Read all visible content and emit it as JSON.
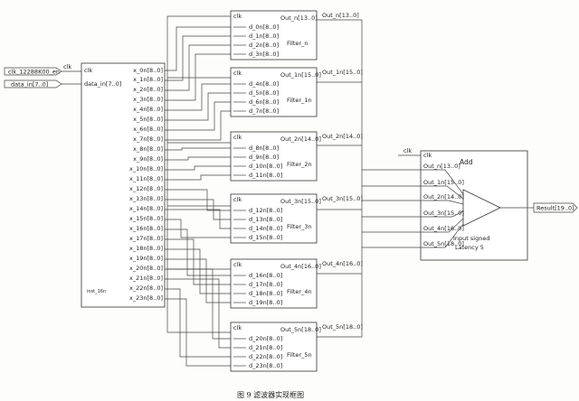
{
  "caption": "图 9   滤波器实现框图",
  "inputs": [
    {
      "id": "clk",
      "label": "clk_12288K00_en",
      "wire_label": "clk"
    },
    {
      "id": "data",
      "label": "data_in[7..0]"
    }
  ],
  "shift_register": {
    "clk_label": "clk",
    "data_label": "data_in[7..0]",
    "outputs": [
      "x_0n[8..0]",
      "x_1n[8..0]",
      "x_2n[8..0]",
      "x_3n[8..0]",
      "x_4n[8..0]",
      "x_5n[8..0]",
      "x_6n[8..0]",
      "x_7n[8..0]",
      "x_8n[8..0]",
      "x_9n[8..0]",
      "x_10n[8..0]",
      "x_11n[8..0]",
      "x_12n[8..0]",
      "x_13n[8..0]",
      "x_14n[8..0]",
      "x_15n[8..0]",
      "x_16n[8..0]",
      "x_17n[8..0]",
      "x_18n[8..0]",
      "x_19n[8..0]",
      "x_20n[8..0]",
      "x_21n[8..0]",
      "x_22n[8..0]",
      "x_23n[8..0]"
    ],
    "inst_label": "inst_16n"
  },
  "filters": [
    {
      "name": "Filter_n",
      "clk": "clk",
      "inputs": [
        "d_0n[8..0]",
        "d_1n[8..0]",
        "d_2n[8..0]",
        "d_3n[8..0]"
      ],
      "out_port": "Out_n[13..0]",
      "out_wire": "Out_n[13..0]"
    },
    {
      "name": "Filter_1n",
      "clk": "clk",
      "inputs": [
        "d_4n[8..0]",
        "d_5n[8..0]",
        "d_6n[8..0]",
        "d_7n[8..0]"
      ],
      "out_port": "Out_1n[15..0]",
      "out_wire": "Out_1n[15..0]"
    },
    {
      "name": "Filter_2n",
      "clk": "clk",
      "inputs": [
        "d_8n[8..0]",
        "d_9n[8..0]",
        "d_10n[8..0]",
        "d_11n[8..0]"
      ],
      "out_port": "Out_2n[14..0]",
      "out_wire": "Out_2n[14..0]"
    },
    {
      "name": "Filter_3n",
      "clk": "clk",
      "inputs": [
        "d_12n[8..0]",
        "d_13n[8..0]",
        "d_14n[8..0]",
        "d_15n[8..0]"
      ],
      "out_port": "Out_3n[15..0]",
      "out_wire": "Out_3n[15..0]"
    },
    {
      "name": "Filter_4n",
      "clk": "clk",
      "inputs": [
        "d_16n[8..0]",
        "d_17n[8..0]",
        "d_18n[8..0]",
        "d_19n[8..0]"
      ],
      "out_port": "Out_4n[16..0]",
      "out_wire": "Out_4n[16..0]"
    },
    {
      "name": "Filter_5n",
      "clk": "clk",
      "inputs": [
        "d_20n[8..0]",
        "d_21n[8..0]",
        "d_22n[8..0]",
        "d_23n[8..0]"
      ],
      "out_port": "Out_5n[18..0]",
      "out_wire": "Out_5n[18..0]"
    }
  ],
  "adder": {
    "title": "Add",
    "clk_label": "clk",
    "inputs": [
      "Out_n[13..0]",
      "Out_1n[15..0]",
      "Out_2n[14..0]",
      "Out_3n[15..0]",
      "Out_4n[16..0]",
      "Out_5n[18..0]"
    ],
    "notes": [
      "Input signed",
      "Latency 5"
    ]
  },
  "result": {
    "label": "Result[19..0]"
  }
}
